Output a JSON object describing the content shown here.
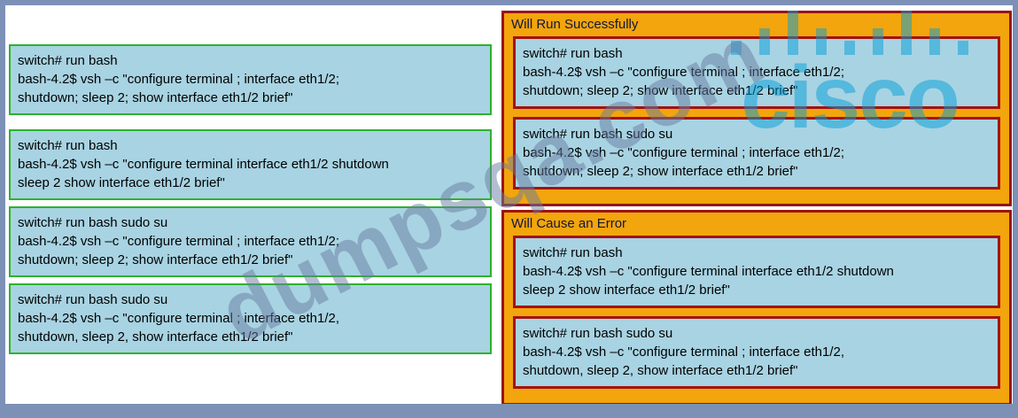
{
  "colors": {
    "frame": "#7d90b6",
    "source_box_fill": "#a8d3e2",
    "source_box_border": "#2eb22e",
    "group_fill": "#f2a50c",
    "group_border": "#991414",
    "answer_box_border": "#a41212",
    "cisco_blue": "#049fd9"
  },
  "source_boxes": [
    {
      "text": "switch# run bash\nbash-4.2$ vsh –c \"configure terminal ; interface eth1/2;\nshutdown; sleep 2; show interface eth1/2 brief\""
    },
    {
      "text": "switch# run bash\nbash-4.2$ vsh –c \"configure terminal  interface eth1/2 shutdown\nsleep 2 show interface eth1/2 brief\""
    },
    {
      "text": "switch# run bash sudo su\nbash-4.2$ vsh –c \"configure terminal ; interface eth1/2;\nshutdown; sleep 2; show interface eth1/2 brief\""
    },
    {
      "text": "switch# run bash sudo su\nbash-4.2$ vsh –c \"configure terminal ; interface eth1/2,\nshutdown, sleep 2, show interface eth1/2 brief\""
    }
  ],
  "target_groups": [
    {
      "title": "Will Run Successfully",
      "items": [
        {
          "text": "switch# run bash\nbash-4.2$ vsh –c \"configure terminal ; interface eth1/2;\nshutdown; sleep 2; show interface eth1/2 brief\""
        },
        {
          "text": "switch# run bash sudo su\nbash-4.2$ vsh –c \"configure terminal ; interface eth1/2;\nshutdown; sleep 2; show interface eth1/2 brief\""
        }
      ]
    },
    {
      "title": "Will Cause an Error",
      "items": [
        {
          "text": "switch# run bash\nbash-4.2$ vsh –c \"configure terminal  interface eth1/2 shutdown\nsleep 2 show interface eth1/2 brief\""
        },
        {
          "text": "switch# run bash sudo su\nbash-4.2$ vsh –c \"configure terminal ; interface eth1/2,\nshutdown, sleep 2, show interface eth1/2 brief\""
        }
      ]
    }
  ],
  "watermarks": {
    "dumps": "dumpsqa.com",
    "cisco": "cisco"
  }
}
